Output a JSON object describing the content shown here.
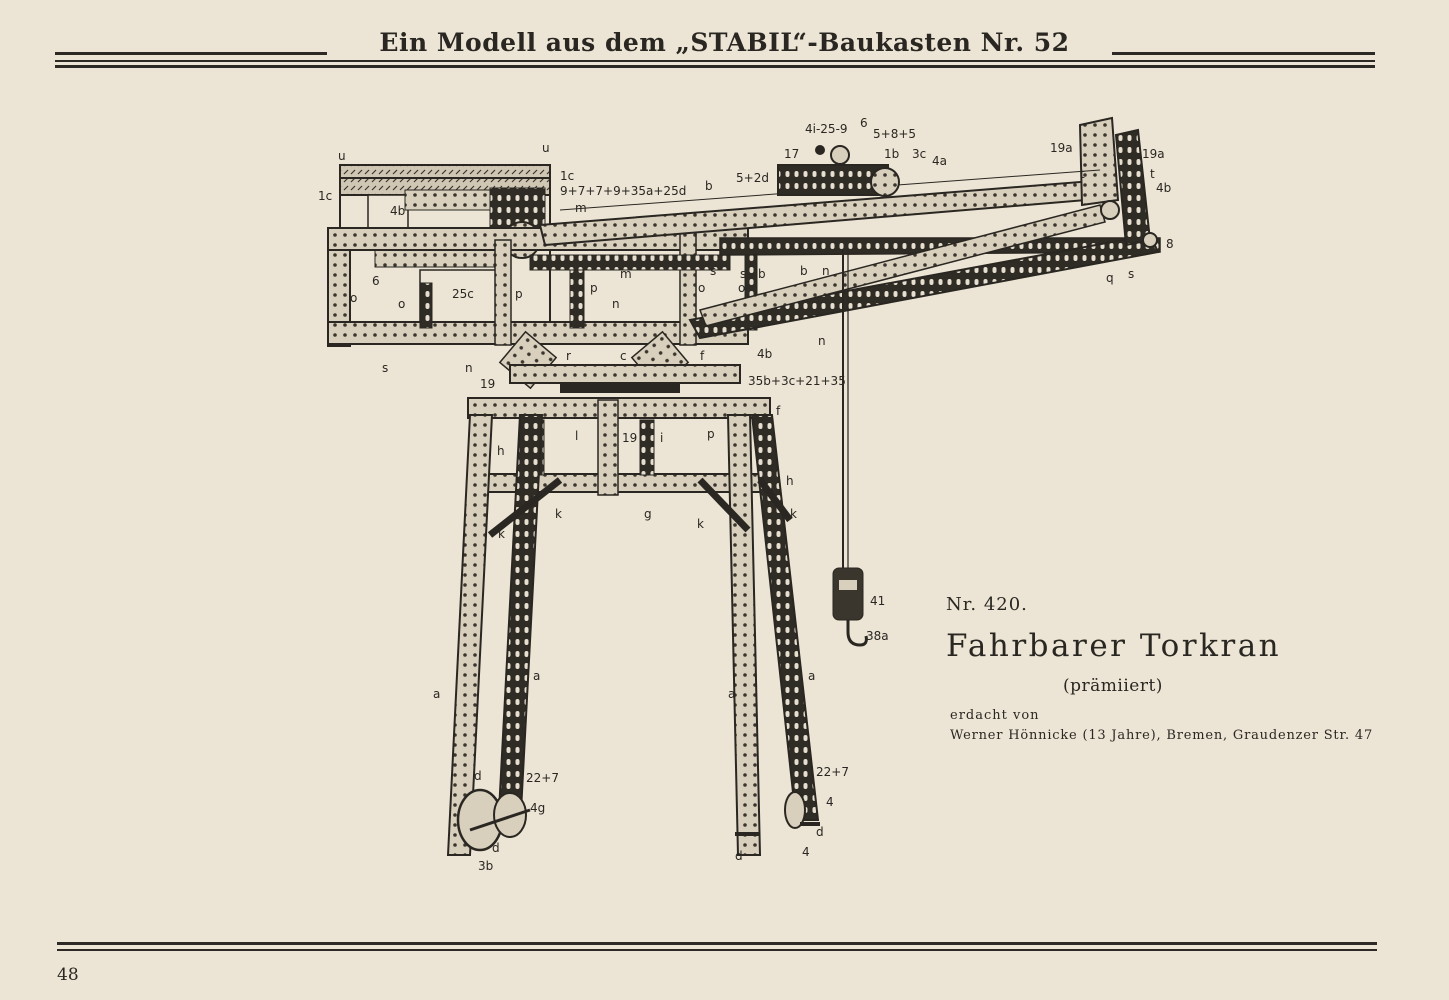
{
  "header": {
    "title": "Ein Modell aus dem „STABIL“-Baukasten Nr. 52"
  },
  "caption": {
    "number": "Nr. 420.",
    "title": "Fahrbarer Torkran",
    "award": "(prämiiert)",
    "designed_by": "erdacht von",
    "author": "Werner Hönnicke (13 Jahre), Bremen, Graudenzer Str. 47"
  },
  "illustration": {
    "part_labels": {
      "u1": "u",
      "u2": "u",
      "c1": "1c",
      "c2": "1c",
      "parts_top": "9+7+7+9+35a+25d",
      "b4a": "4b",
      "b": "b",
      "d52": "5+2d",
      "p17": "17",
      "top_set": "4i-25-9",
      "six": "6",
      "five": "5+8+5",
      "b1": "1b",
      "c3": "3c",
      "a4": "4a",
      "a19": "19a",
      "a19b": "19a",
      "t1": "t",
      "t2": "t",
      "b4c": "4b",
      "e8": "8",
      "q": "q",
      "s1": "s",
      "s2": "s",
      "o1": "o",
      "o2": "o",
      "o3": "o",
      "o4": "o",
      "six2": "6",
      "c25": "25c",
      "p1": "p",
      "p2": "p",
      "m1": "m",
      "m2": "m",
      "n1": "n",
      "n2": "n",
      "n3": "n",
      "n4": "n",
      "b2": "b",
      "b3": "b",
      "s3": "s",
      "s4": "s",
      "r": "r",
      "c": "c",
      "f": "f",
      "b4d": "4b",
      "parts_mid": "35b+3c+21+35",
      "n19": "19",
      "l": "l",
      "n19b": "19",
      "i": "i",
      "p3": "p",
      "f2": "f",
      "h1": "h",
      "h2": "h",
      "g": "g",
      "k1": "k",
      "k2": "k",
      "k3": "k",
      "k4": "k",
      "a1": "a",
      "a2": "a",
      "a3": "a",
      "a4x": "a",
      "d1": "d",
      "d2": "d",
      "d3": "d",
      "d4": "d",
      "p227a": "22+7",
      "p227b": "22+7",
      "g4": "4g",
      "b3b": "3b",
      "f4a": "4",
      "f4b": "4",
      "w41": "41",
      "h38": "38a"
    }
  },
  "footer": {
    "page_number": "48"
  }
}
